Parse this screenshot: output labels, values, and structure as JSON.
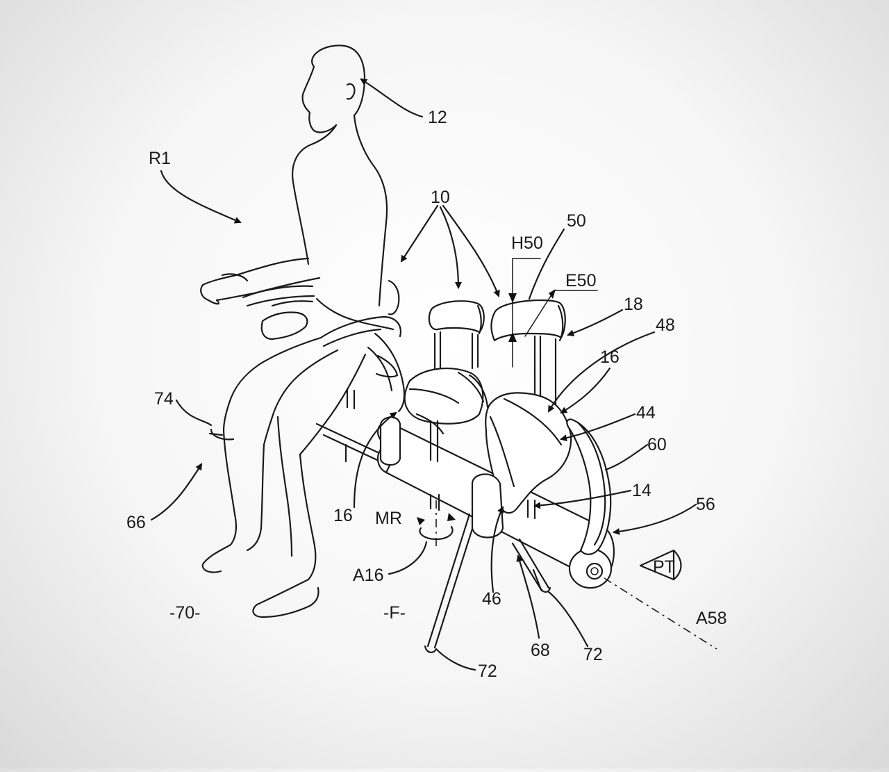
{
  "colors": {
    "line": "#1a1a1a",
    "background": "#f4f4f4"
  },
  "labels": {
    "ref_12": "12",
    "ref_r1": "R1",
    "ref_10": "10",
    "ref_50": "50",
    "ref_h50": "H50",
    "ref_e50": "E50",
    "ref_18": "18",
    "ref_48": "48",
    "ref_16_right": "16",
    "ref_44": "44",
    "ref_60": "60",
    "ref_14": "14",
    "ref_56": "56",
    "ref_74": "74",
    "ref_66": "66",
    "ref_16_left": "16",
    "ref_mr": "MR",
    "ref_a16": "A16",
    "ref_46": "46",
    "ref_68": "68",
    "ref_72_a": "72",
    "ref_72_b": "72",
    "ref_pt": "PT",
    "ref_a58": "A58",
    "ref_70": "-70-",
    "ref_f": "-F-"
  }
}
